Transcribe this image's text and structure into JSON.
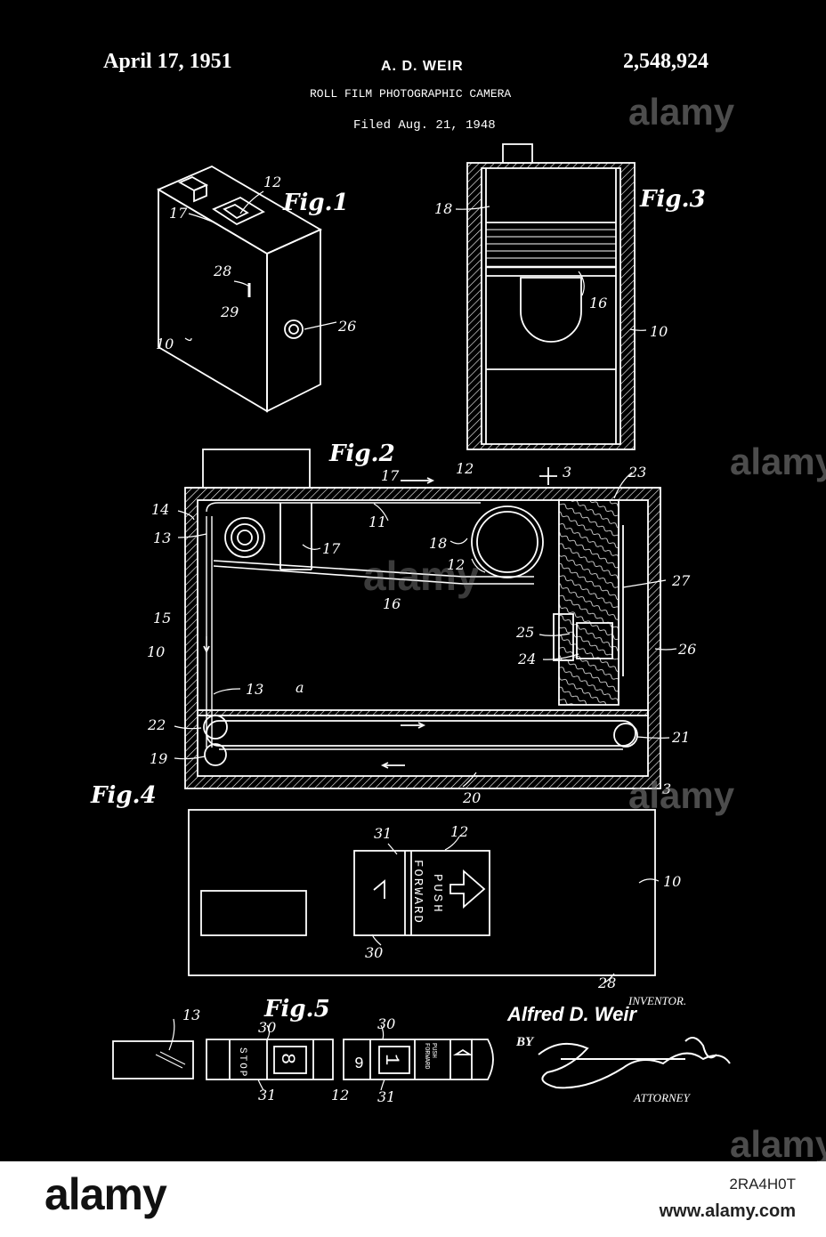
{
  "header": {
    "date": "April 17, 1951",
    "inventor": "A. D. WEIR",
    "patent_number": "2,548,924",
    "title": "ROLL FILM PHOTOGRAPHIC CAMERA",
    "filed": "Filed Aug. 21, 1948"
  },
  "figures": {
    "fig1": "Fig.1",
    "fig2": "Fig.2",
    "fig3": "Fig.3",
    "fig4": "Fig.4",
    "fig5": "Fig.5"
  },
  "labels": {
    "n10": "10",
    "n11": "11",
    "n12": "12",
    "n13": "13",
    "n14": "14",
    "n15": "15",
    "n16": "16",
    "n17": "17",
    "n18": "18",
    "n19": "19",
    "n20": "20",
    "n21": "21",
    "n22": "22",
    "n23": "23",
    "n24": "24",
    "n25": "25",
    "n26": "26",
    "n27": "27",
    "n28": "28",
    "n29": "29",
    "n30": "30",
    "n31": "31",
    "a": "a",
    "n3": "3"
  },
  "strip": {
    "push": "PUSH",
    "forward": "FORWARD",
    "stop": "STOP",
    "num8": "8",
    "num9": "9",
    "num1": "1"
  },
  "signature": {
    "inventor_caption": "INVENTOR.",
    "inventor_name": "Alfred D. Weir",
    "by": "BY",
    "attorney": "ATTORNEY"
  },
  "watermark": {
    "brand": "alamy",
    "image_id": "2RA4H0T",
    "url": "www.alamy.com"
  }
}
